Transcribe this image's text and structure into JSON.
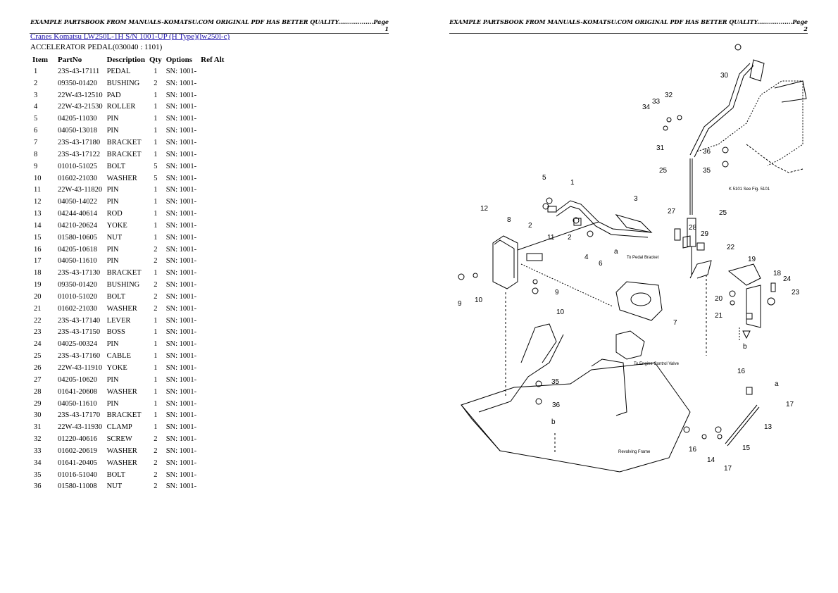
{
  "header": {
    "page1": "EXAMPLE PARTSBOOK FROM MANUALS-KOMATSU.COM ORIGINAL PDF HAS BETTER QUALITY..................Page 1",
    "page2": "EXAMPLE PARTSBOOK FROM MANUALS-KOMATSU.COM ORIGINAL PDF HAS BETTER QUALITY..................Page 2"
  },
  "link_text": "Cranes Komatsu LW250L-1H S/N 1001-UP (H Type)(lw250l-c)",
  "subtitle": "ACCELERATOR PEDAL(030040 : 1101)",
  "columns": [
    "Item",
    "PartNo",
    "Description",
    "Qty",
    "Options",
    "Ref Alt"
  ],
  "rows": [
    [
      "1",
      "23S-43-17111",
      "PEDAL",
      "1",
      "SN: 1001-"
    ],
    [
      "2",
      "09350-01420",
      "BUSHING",
      "2",
      "SN: 1001-"
    ],
    [
      "3",
      "22W-43-12510",
      "PAD",
      "1",
      "SN: 1001-"
    ],
    [
      "4",
      "22W-43-21530",
      "ROLLER",
      "1",
      "SN: 1001-"
    ],
    [
      "5",
      "04205-11030",
      "PIN",
      "1",
      "SN: 1001-"
    ],
    [
      "6",
      "04050-13018",
      "PIN",
      "1",
      "SN: 1001-"
    ],
    [
      "7",
      "23S-43-17180",
      "BRACKET",
      "1",
      "SN: 1001-"
    ],
    [
      "8",
      "23S-43-17122",
      "BRACKET",
      "1",
      "SN: 1001-"
    ],
    [
      "9",
      "01010-51025",
      "BOLT",
      "5",
      "SN: 1001-"
    ],
    [
      "10",
      "01602-21030",
      "WASHER",
      "5",
      "SN: 1001-"
    ],
    [
      "11",
      "22W-43-11820",
      "PIN",
      "1",
      "SN: 1001-"
    ],
    [
      "12",
      "04050-14022",
      "PIN",
      "1",
      "SN: 1001-"
    ],
    [
      "13",
      "04244-40614",
      "ROD",
      "1",
      "SN: 1001-"
    ],
    [
      "14",
      "04210-20624",
      "YOKE",
      "1",
      "SN: 1001-"
    ],
    [
      "15",
      "01580-10605",
      "NUT",
      "1",
      "SN: 1001-"
    ],
    [
      "16",
      "04205-10618",
      "PIN",
      "2",
      "SN: 1001-"
    ],
    [
      "17",
      "04050-11610",
      "PIN",
      "2",
      "SN: 1001-"
    ],
    [
      "18",
      "23S-43-17130",
      "BRACKET",
      "1",
      "SN: 1001-"
    ],
    [
      "19",
      "09350-01420",
      "BUSHING",
      "2",
      "SN: 1001-"
    ],
    [
      "20",
      "01010-51020",
      "BOLT",
      "2",
      "SN: 1001-"
    ],
    [
      "21",
      "01602-21030",
      "WASHER",
      "2",
      "SN: 1001-"
    ],
    [
      "22",
      "23S-43-17140",
      "LEVER",
      "1",
      "SN: 1001-"
    ],
    [
      "23",
      "23S-43-17150",
      "BOSS",
      "1",
      "SN: 1001-"
    ],
    [
      "24",
      "04025-00324",
      "PIN",
      "1",
      "SN: 1001-"
    ],
    [
      "25",
      "23S-43-17160",
      "CABLE",
      "1",
      "SN: 1001-"
    ],
    [
      "26",
      "22W-43-11910",
      "YOKE",
      "1",
      "SN: 1001-"
    ],
    [
      "27",
      "04205-10620",
      "PIN",
      "1",
      "SN: 1001-"
    ],
    [
      "28",
      "01641-20608",
      "WASHER",
      "1",
      "SN: 1001-"
    ],
    [
      "29",
      "04050-11610",
      "PIN",
      "1",
      "SN: 1001-"
    ],
    [
      "30",
      "23S-43-17170",
      "BRACKET",
      "1",
      "SN: 1001-"
    ],
    [
      "31",
      "22W-43-11930",
      "CLAMP",
      "1",
      "SN: 1001-"
    ],
    [
      "32",
      "01220-40616",
      "SCREW",
      "2",
      "SN: 1001-"
    ],
    [
      "33",
      "01602-20619",
      "WASHER",
      "2",
      "SN: 1001-"
    ],
    [
      "34",
      "01641-20405",
      "WASHER",
      "2",
      "SN: 1001-"
    ],
    [
      "35",
      "01016-51040",
      "BOLT",
      "2",
      "SN: 1001-"
    ],
    [
      "36",
      "01580-11008",
      "NUT",
      "2",
      "SN: 1001-"
    ]
  ],
  "diagram": {
    "callouts": [
      "1",
      "2",
      "3",
      "4",
      "5",
      "6",
      "7",
      "8",
      "9",
      "10",
      "11",
      "12",
      "13",
      "14",
      "15",
      "16",
      "17",
      "18",
      "19",
      "20",
      "21",
      "22",
      "23",
      "24",
      "25",
      "27",
      "28",
      "29",
      "30",
      "31",
      "32",
      "33",
      "34",
      "35",
      "36",
      "a",
      "b"
    ],
    "note_fig": "K 5101 See Fig. 5101",
    "note_engine": "To Engine Control Valve",
    "note_frame": "Revolving Frame",
    "note_small": "To Pedal Bracket"
  }
}
